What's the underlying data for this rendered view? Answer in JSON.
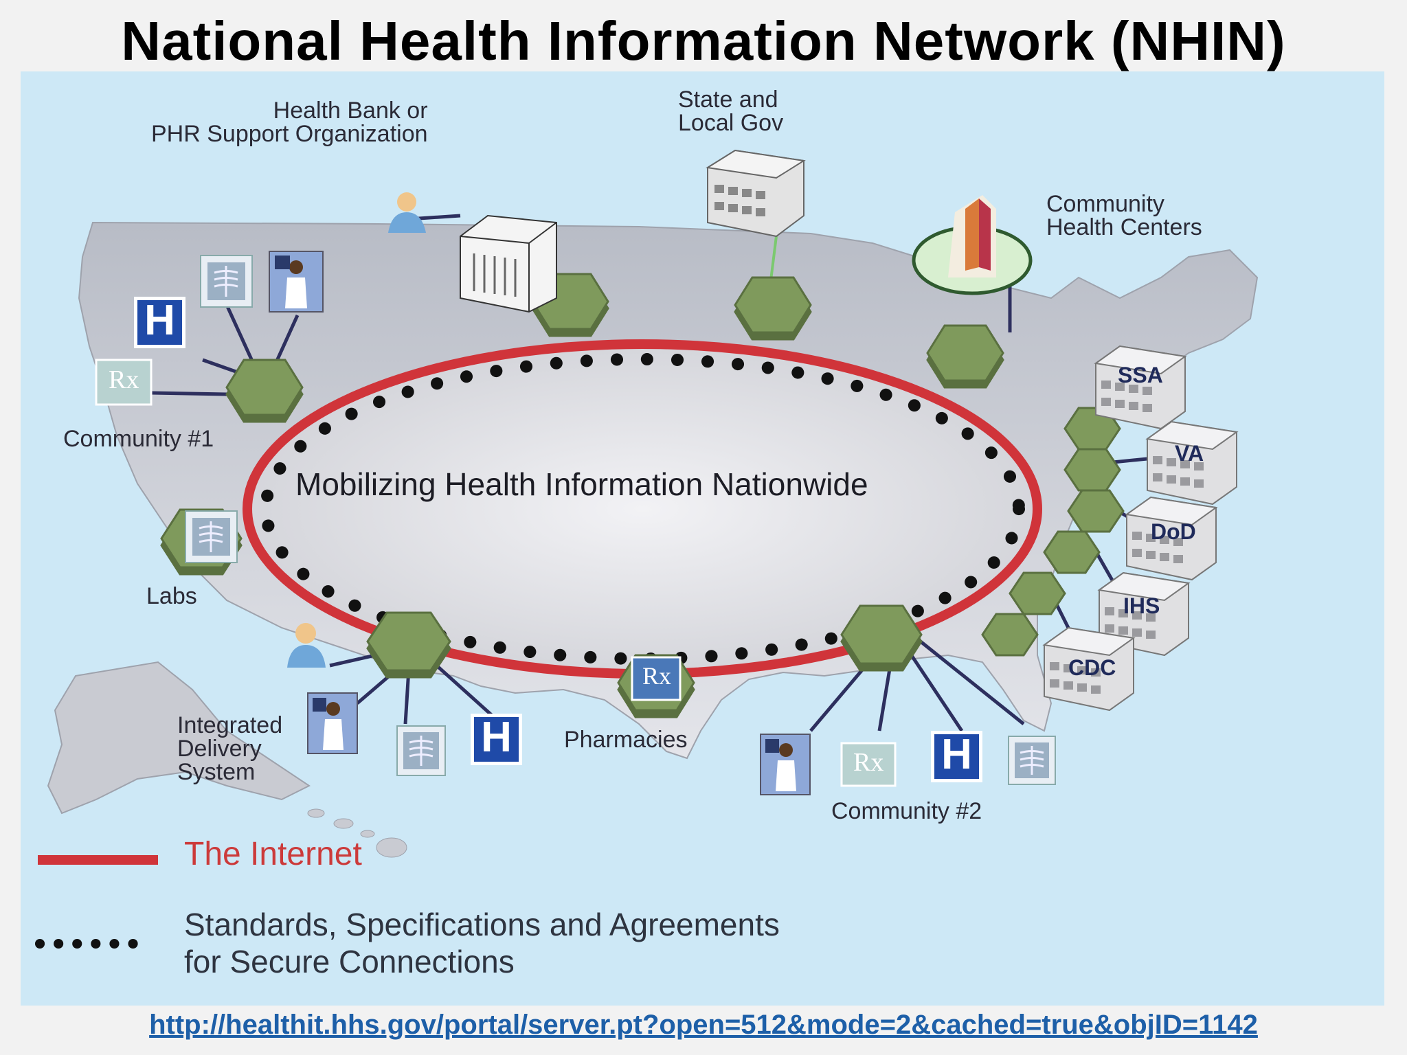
{
  "title": "National Health Information Network (NHIN)",
  "center_label": "Mobilizing Health Information Nationwide",
  "labels": {
    "health_bank": "Health Bank or\nPHR Support Organization",
    "state_local": "State and\nLocal Gov",
    "community_health": "Community\nHealth Centers",
    "community1": "Community #1",
    "labs": "Labs",
    "integrated": "Integrated\nDelivery\nSystem",
    "pharmacies": "Pharmacies",
    "community2": "Community #2"
  },
  "agencies": [
    "SSA",
    "VA",
    "DoD",
    "IHS",
    "CDC"
  ],
  "icon_text": {
    "hospital": "H",
    "rx": "Rx"
  },
  "legend": {
    "internet": "The Internet",
    "standards": "Standards, Specifications and Agreements\nfor Secure Connections"
  },
  "source_url": "http://healthit.hhs.gov/portal/server.pt?open=512&mode=2&cached=true&objID=1142",
  "colors": {
    "internet_line": "#d0343a",
    "dots": "#111111",
    "hexagon": "#7f9a5c",
    "hexagon_dark": "#5a7040",
    "hospital_blue": "#1f4aa8",
    "map_land": "#dcdde2",
    "background": "#cde8f6",
    "link_text": "#1d5fa8"
  }
}
